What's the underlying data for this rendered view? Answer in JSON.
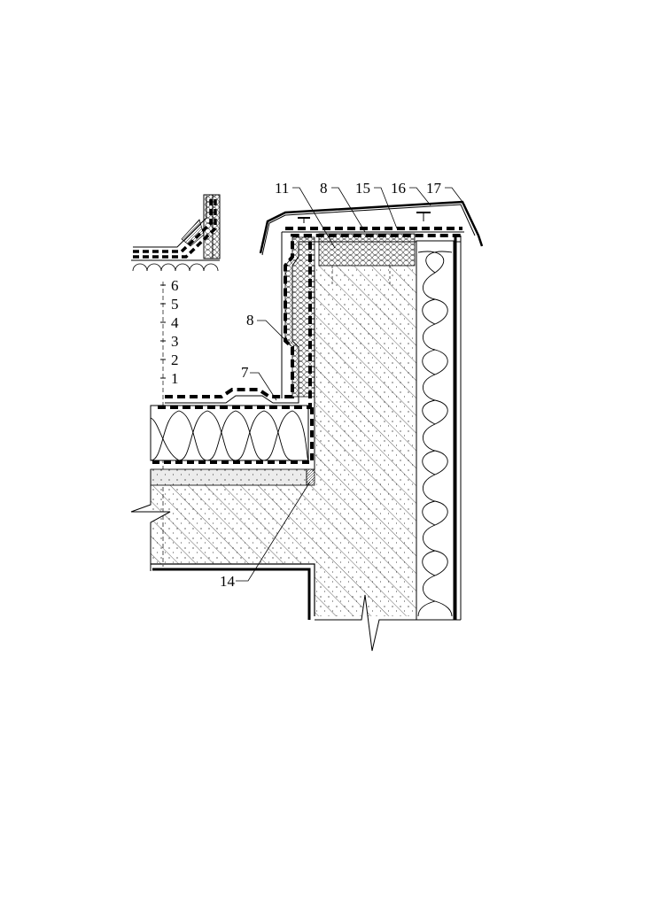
{
  "colors": {
    "ink": "#000000",
    "background": "#ffffff",
    "concrete": "#f5f5f5",
    "screed": "#ececec"
  },
  "layer_scale": [
    "6",
    "5",
    "4",
    "3",
    "2",
    "1"
  ],
  "callouts": {
    "c7": "7",
    "c8_left": "8",
    "c11": "11",
    "c8_top": "8",
    "c15": "15",
    "c16": "16",
    "c17": "17",
    "c14": "14"
  }
}
